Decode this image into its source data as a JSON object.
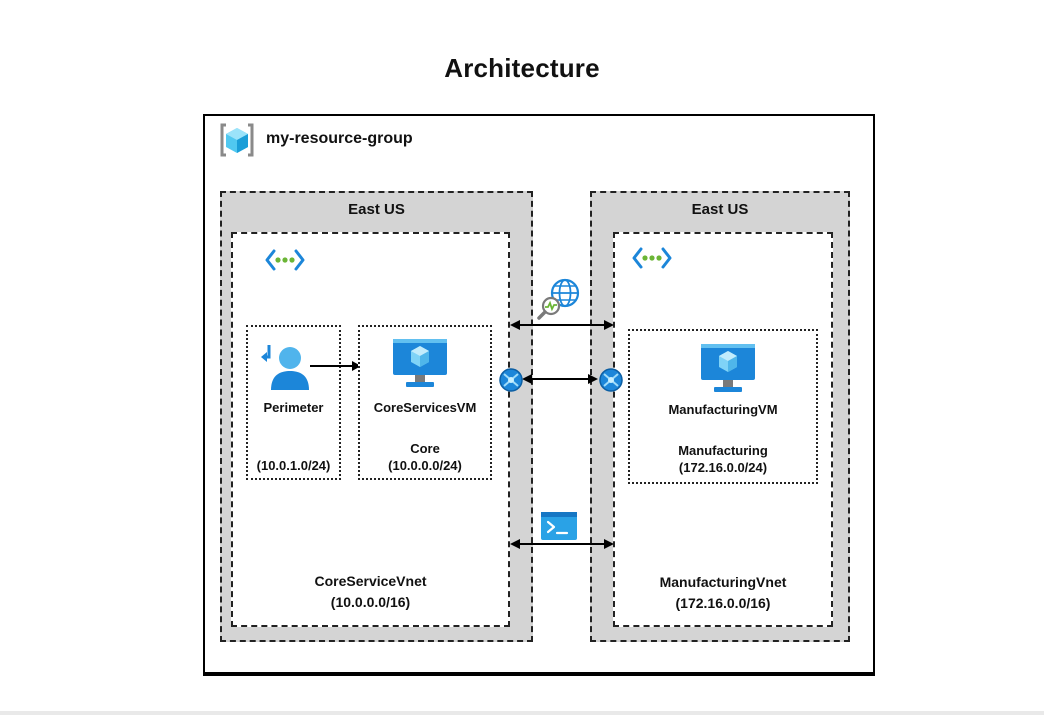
{
  "title": "Architecture",
  "resource_group": {
    "name": "my-resource-group",
    "icon": "resource-group-icon"
  },
  "regions": [
    {
      "label": "East US",
      "vnet": {
        "name": "CoreServiceVnet",
        "cidr": "(10.0.0.0/16)",
        "icon": "virtual-network-icon",
        "subnets": [
          {
            "name": "Perimeter",
            "cidr": "(10.0.1.0/24)",
            "icon": "user-icon"
          },
          {
            "vm": "CoreServicesVM",
            "name": "Core",
            "cidr": "(10.0.0.0/24)",
            "icon": "virtual-machine-icon"
          }
        ]
      }
    },
    {
      "label": "East US",
      "vnet": {
        "name": "ManufacturingVnet",
        "cidr": "(172.16.0.0/16)",
        "icon": "virtual-network-icon",
        "subnets": [
          {
            "vm": "ManufacturingVM",
            "name": "Manufacturing",
            "cidr": "(172.16.0.0/24)",
            "icon": "virtual-machine-icon"
          }
        ]
      }
    }
  ],
  "connections": [
    {
      "icon": "network-watcher-icon"
    },
    {
      "icon": "vnet-peering-icon"
    },
    {
      "icon": "cloud-shell-icon"
    }
  ],
  "colors": {
    "azure_blue": "#1c86d9",
    "region_gray": "#d4d4d4",
    "vnet_green": "#6bb536"
  }
}
